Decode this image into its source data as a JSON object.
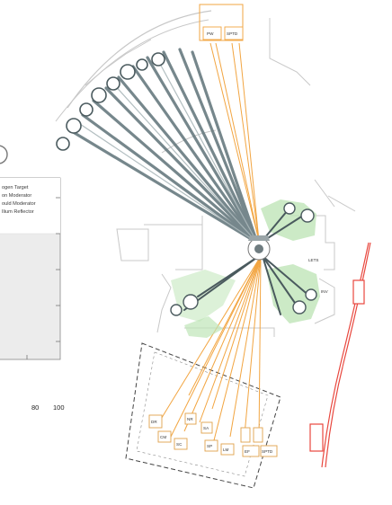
{
  "legend": {
    "items": [
      "ogen Target",
      "on Moderator",
      "ould Moderator",
      "Ilium Reflector"
    ]
  },
  "axis": {
    "tick_80": "80",
    "tick_100": "100"
  },
  "beamlines": {
    "top_boxes": [
      "PW",
      "SPTD"
    ],
    "bottom_boxes": [
      "DR",
      "CM",
      "SC",
      "NR",
      "SA",
      "SP",
      "LM",
      "EF",
      "SPTD"
    ],
    "side_labels": [
      "LETS",
      "INV"
    ]
  },
  "colors": {
    "cold_beam": "#f2a541",
    "thermal_beam": "#5f7378",
    "green_region": "#bfe5b8",
    "red_line": "#e8473e",
    "hall_outline": "#c8c8c8",
    "dashed_box": "#444444"
  }
}
